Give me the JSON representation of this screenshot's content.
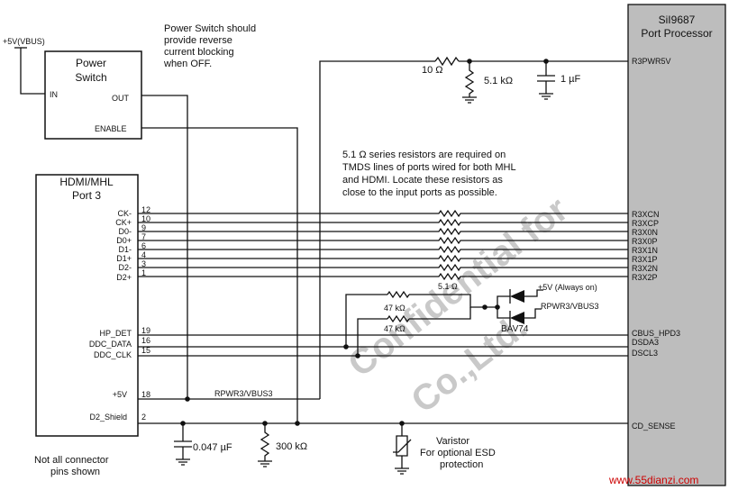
{
  "power_input": {
    "label": "+5V(VBUS)"
  },
  "power_switch": {
    "title_line1": "Power",
    "title_line2": "Switch",
    "pin_in": "IN",
    "pin_out": "OUT",
    "pin_enable": "ENABLE"
  },
  "notes": {
    "power_switch": [
      "Power Switch should",
      "provide reverse",
      "current blocking",
      "when OFF."
    ],
    "series_resistors": [
      "5.1 Ω series resistors are required on",
      "TMDS lines of ports wired for both MHL",
      "and HDMI. Locate these resistors as",
      "close to the input ports as possible."
    ],
    "connector_pins": [
      "Not all connector",
      "pins shown"
    ],
    "varistor": [
      "Varistor",
      "For optional ESD",
      "protection"
    ]
  },
  "processor": {
    "title_line1": "SiI9687",
    "title_line2": "Port Processor",
    "pins": [
      "R3PWR5V",
      "R3XCN",
      "R3XCP",
      "R3X0N",
      "R3X0P",
      "R3X1N",
      "R3X1P",
      "R3X2N",
      "R3X2P",
      "CBUS_HPD3",
      "DSDA3",
      "DSCL3",
      "CD_SENSE"
    ]
  },
  "connector": {
    "title_line1": "HDMI/MHL",
    "title_line2": "Port 3",
    "pins": [
      {
        "name": "CK-",
        "number": "12"
      },
      {
        "name": "CK+",
        "number": "10"
      },
      {
        "name": "D0-",
        "number": "9"
      },
      {
        "name": "D0+",
        "number": "7"
      },
      {
        "name": "D1-",
        "number": "6"
      },
      {
        "name": "D1+",
        "number": "4"
      },
      {
        "name": "D2-",
        "number": "3"
      },
      {
        "name": "D2+",
        "number": "1"
      },
      {
        "name": "HP_DET",
        "number": "19"
      },
      {
        "name": "DDC_DATA",
        "number": "16"
      },
      {
        "name": "DDC_CLK",
        "number": "15"
      },
      {
        "name": "+5V",
        "number": "18"
      },
      {
        "name": "D2_Shield",
        "number": "2"
      }
    ]
  },
  "components": {
    "r_series_pwr": "10 Ω",
    "r_pulldown_pwr": "5.1 kΩ",
    "c_pwr": "1 µF",
    "r_tmds": "5.1 Ω",
    "r_pullup_1": "47 kΩ",
    "r_pullup_2": "47 kΩ",
    "diode_label": "BAV74",
    "always_on": "+5V (Always on)",
    "rpwr_label_diode": "RPWR3/VBUS3",
    "rpwr_label_bus": "RPWR3/VBUS3",
    "c_shield": "0.047 µF",
    "r_shield": "300 kΩ"
  },
  "watermark": {
    "line1": "Confidential for",
    "line2": "Co.,Ltd.",
    "site": "www.55dianzi.com"
  },
  "colors": {
    "processor_fill": "#bdbdbd",
    "site_text": "#cc0000",
    "watermark": "#c9c9c9"
  }
}
